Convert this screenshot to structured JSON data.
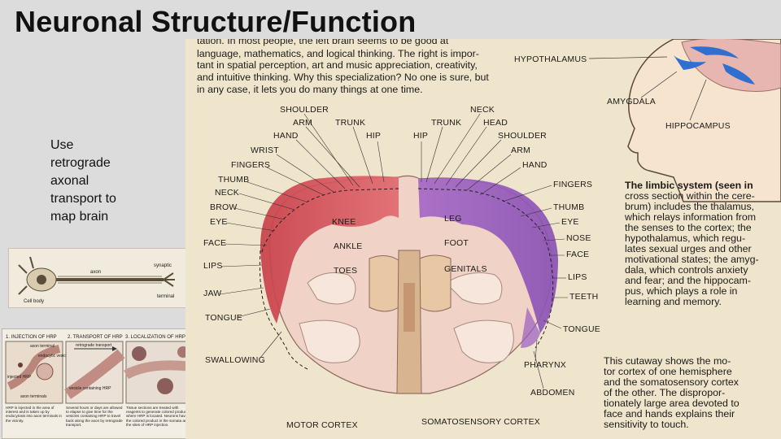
{
  "slide": {
    "title": "Neuronal Structure/Function",
    "side_text": [
      "Use",
      "retrograde",
      "axonal",
      "transport to",
      "map brain"
    ]
  },
  "figure_main": {
    "top_paragraph": [
      "tation. In most people, the left brain seems to be good at",
      "language, mathematics, and logical thinking. The right is impor-",
      "tant in spatial perception, art and music appreciation, creativity,",
      "and intuitive thinking. Why this specialization? No one is sure, but",
      "in any case, it lets you do many things at one time."
    ],
    "head_labels": [
      "HYPOTHALAMUS",
      "AMYGDALA",
      "HIPPOCAMPUS"
    ],
    "motor_labels": [
      "SHOULDER",
      "ARM",
      "TRUNK",
      "HAND",
      "HIP",
      "WRIST",
      "FINGERS",
      "THUMB",
      "NECK",
      "BROW",
      "EYE",
      "FACE",
      "LIPS",
      "JAW",
      "TONGUE",
      "SWALLOWING",
      "KNEE",
      "ANKLE",
      "TOES"
    ],
    "sensory_labels": [
      "NECK",
      "TRUNK",
      "HEAD",
      "HIP",
      "SHOULDER",
      "ARM",
      "HAND",
      "FINGERS",
      "THUMB",
      "EYE",
      "NOSE",
      "FACE",
      "LIPS",
      "TEETH",
      "TONGUE",
      "PHARYNX",
      "ABDOMEN",
      "LEG",
      "FOOT",
      "GENITALS"
    ],
    "limbic_text": [
      "The limbic system (seen in",
      "cross section within the cere-",
      "brum) includes the thalamus,",
      "which relays information from",
      "the senses to the cortex; the",
      "hypothalamus, which regu-",
      "lates sexual urges and other",
      "motivational states; the amyg-",
      "dala, which controls anxiety",
      "and fear; and the hippocam-",
      "pus, which plays a role in",
      "learning and memory."
    ],
    "cutaway_text": [
      "This cutaway shows the mo-",
      "tor cortex of one hemisphere",
      "and the somatosensory cortex",
      "of the other. The dispropor-",
      "tionately large area devoted to",
      "face and hands explains their",
      "sensitivity to touch."
    ],
    "bottom_labels": [
      "MOTOR CORTEX",
      "SOMATOSENSORY CORTEX"
    ]
  },
  "figure_small_top": {
    "labels": [
      "Cell body",
      "axon",
      "terminal",
      "synaptic"
    ]
  },
  "figure_small_bottom": {
    "panel_titles": [
      "1. INJECTION OF HRP",
      "2. TRANSPORT OF HRP",
      "3. LOCALIZATION OF HRP"
    ],
    "panel1_labels": [
      "axon terminal",
      "endocytic vesicle",
      "injected HRP",
      "axon terminals"
    ],
    "panel2_labels": [
      "retrograde transport",
      "vesicle containing HRP"
    ],
    "captions": [
      "HRP is injected in the area of interest and is taken up by endocytosis into axon terminals in the vicinity.",
      "Several hours or days are allowed to elapse to give time for the vesicles containing HRP to travel back along the axon by retrograde transport.",
      "Tissue sections are treated with reagents to generate colored products where HRP is located. Neurons having the colored product in the somata are the sites of HRP injection."
    ]
  },
  "colors": {
    "background": "#dcdcdc",
    "paper": "#efe5cc",
    "motor_red": "#c8404a",
    "sensory_purple": "#9a5cc0",
    "limbic_blue": "#2f6fcf"
  }
}
